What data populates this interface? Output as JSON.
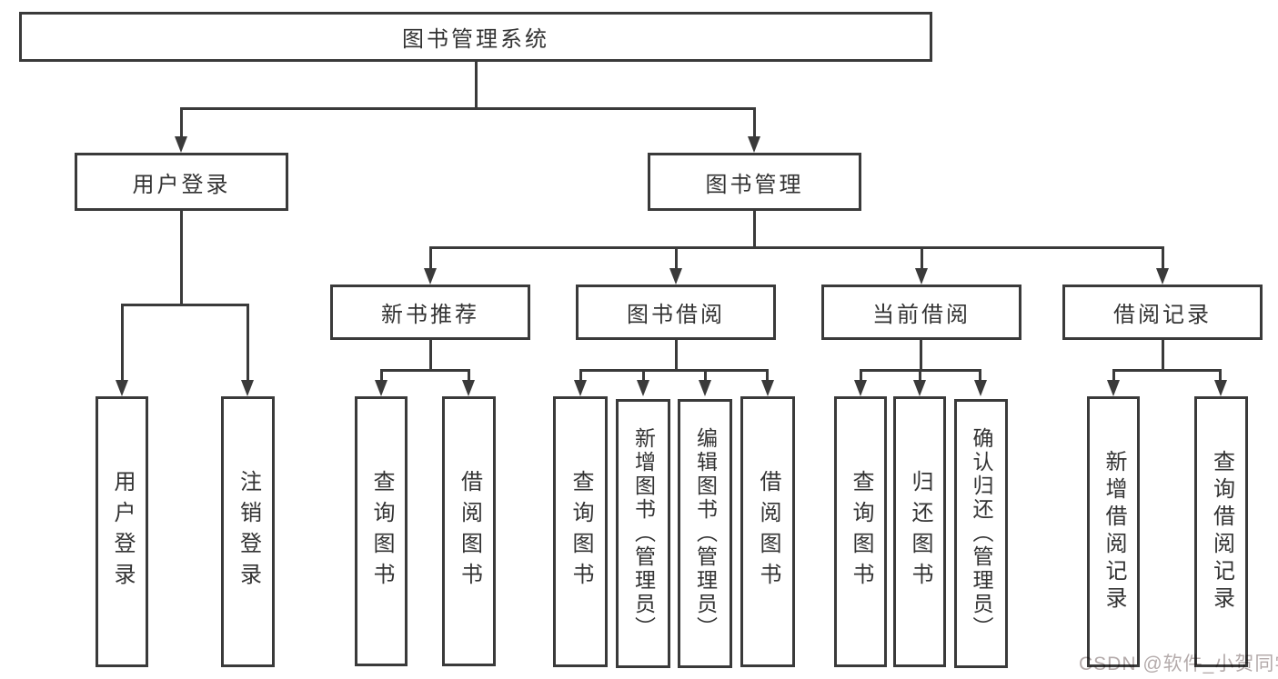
{
  "colors": {
    "line": "#3a3a3a",
    "text": "#333333",
    "background": "#ffffff",
    "watermark": "#b4abab"
  },
  "diagram_type": "hierarchy-tree",
  "tree": {
    "root": {
      "label": "图书管理系统",
      "children": [
        {
          "label": "用户登录",
          "children": [
            {
              "label": "用户登录"
            },
            {
              "label": "注销登录"
            }
          ]
        },
        {
          "label": "图书管理",
          "children": [
            {
              "label": "新书推荐",
              "children": [
                {
                  "label": "查询图书"
                },
                {
                  "label": "借阅图书"
                }
              ]
            },
            {
              "label": "图书借阅",
              "children": [
                {
                  "label": "查询图书"
                },
                {
                  "label": "新增图书（管理员）"
                },
                {
                  "label": "编辑图书（管理员）"
                },
                {
                  "label": "借阅图书"
                }
              ]
            },
            {
              "label": "当前借阅",
              "children": [
                {
                  "label": "查询图书"
                },
                {
                  "label": "归还图书"
                },
                {
                  "label": "确认归还（管理员）"
                }
              ]
            },
            {
              "label": "借阅记录",
              "children": [
                {
                  "label": "新增借阅记录"
                },
                {
                  "label": "查询借阅记录"
                }
              ]
            }
          ]
        }
      ]
    }
  },
  "watermark": {
    "text": "CSDN @软件_小贺同学"
  }
}
